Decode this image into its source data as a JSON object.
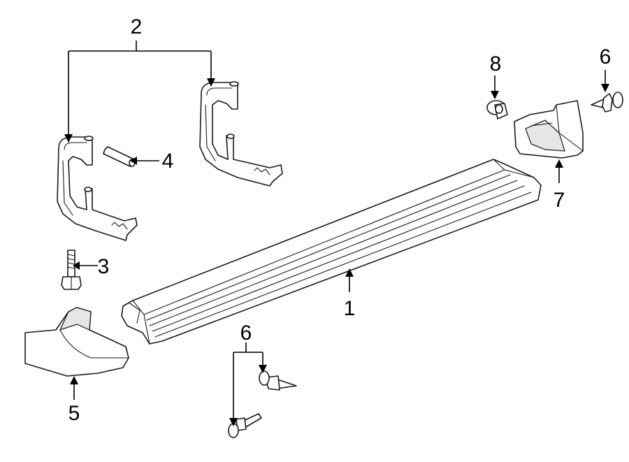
{
  "callouts": {
    "c1": "1",
    "c2": "2",
    "c3": "3",
    "c4": "4",
    "c5": "5",
    "c6_top": "6",
    "c6_bottom": "6",
    "c7": "7",
    "c8": "8"
  },
  "colors": {
    "line": "#1a1a1a",
    "fill": "#ffffff",
    "shade": "#e6e6e6"
  }
}
